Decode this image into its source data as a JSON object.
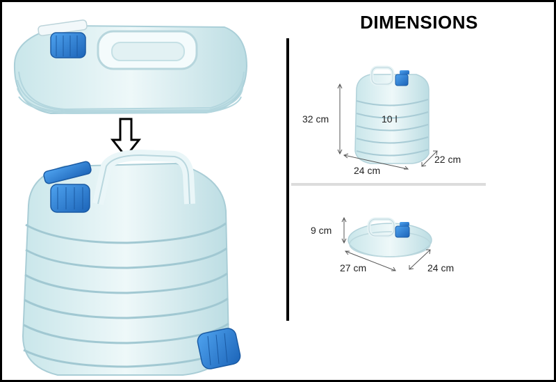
{
  "title": "DIMENSIONS",
  "expanded": {
    "height": "32 cm",
    "width": "24 cm",
    "depth": "22 cm",
    "capacity": "10 l"
  },
  "collapsed": {
    "height": "9 cm",
    "width": "27 cm",
    "depth": "24 cm"
  },
  "colors": {
    "cap": "#2b7fd4",
    "body": "#dbeff2",
    "outline": "#a9cdd6"
  }
}
